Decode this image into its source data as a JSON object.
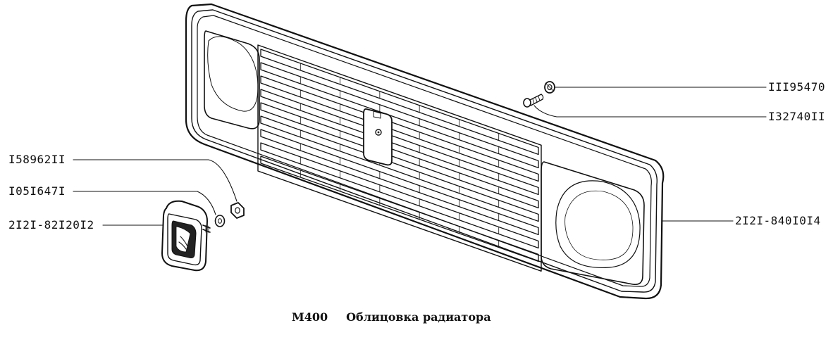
{
  "callouts": [
    {
      "id": "nut-top",
      "label": "III95470"
    },
    {
      "id": "bolt-top",
      "label": "I32740II"
    },
    {
      "id": "nut-left",
      "label": "I58962II"
    },
    {
      "id": "washer-left",
      "label": "I05I647I"
    },
    {
      "id": "emblem",
      "label": "2I2I-82I20I2"
    },
    {
      "id": "grille",
      "label": "2I2I-840I0I4"
    }
  ],
  "caption": {
    "code": "М400",
    "title": "Облицовка радиатора"
  },
  "colors": {
    "ink": "#111111",
    "paper": "#ffffff"
  }
}
